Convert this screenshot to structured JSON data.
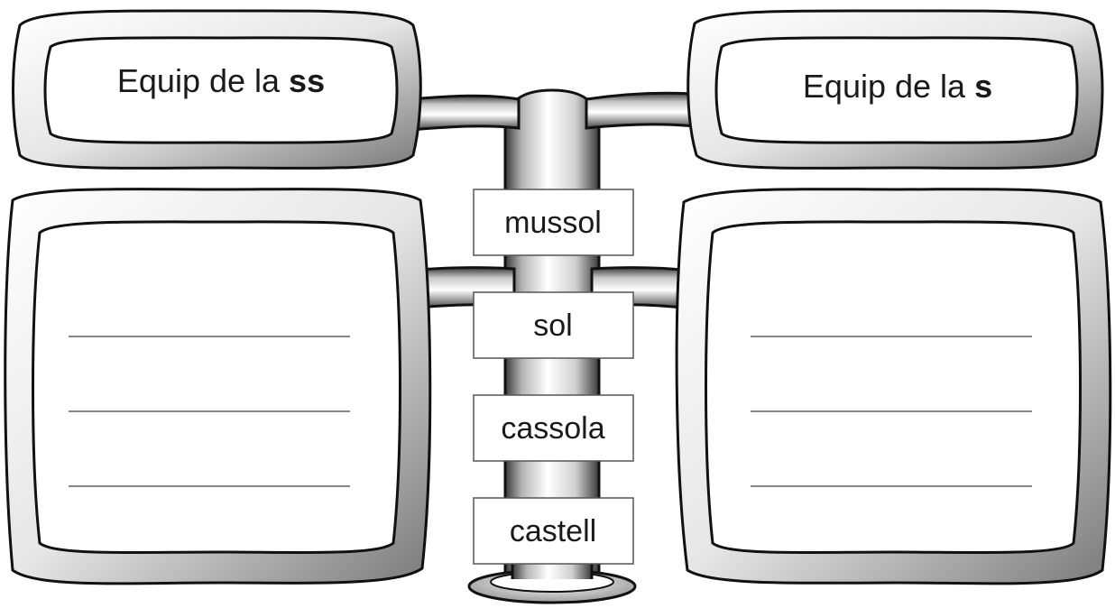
{
  "teams": {
    "left": {
      "prefix": "Equip de la ",
      "suffix": "ss"
    },
    "right": {
      "prefix": "Equip de la ",
      "suffix": "s"
    }
  },
  "words": [
    "mussol",
    "sol",
    "cassola",
    "castell"
  ],
  "answer_lines_per_box": 3,
  "colors": {
    "outline": "#111111",
    "line": "#888888",
    "shade_dark": "#8a8a8a",
    "shade_light": "#ffffff"
  }
}
